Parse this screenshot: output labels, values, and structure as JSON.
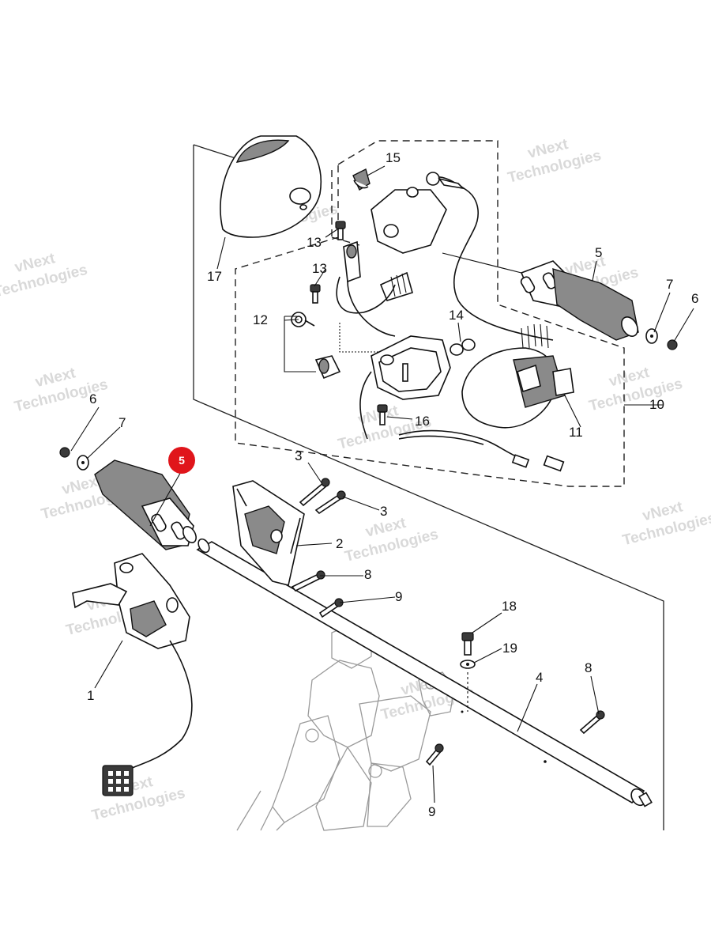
{
  "watermarks": [
    {
      "line1": "vNext",
      "line2": "Technologies"
    },
    {
      "line1": "vNext",
      "line2": "Technologies"
    },
    {
      "line1": "vNext",
      "line2": "Technologies"
    },
    {
      "line1": "vNext",
      "line2": "Technologies"
    },
    {
      "line1": "vNext",
      "line2": "Technologies"
    },
    {
      "line1": "vNext",
      "line2": "Technologies"
    },
    {
      "line1": "vNext",
      "line2": "Technologies"
    },
    {
      "line1": "vNext",
      "line2": "Technologies"
    },
    {
      "line1": "vNext",
      "line2": "Technologies"
    },
    {
      "line1": "vNext",
      "line2": "Technologies"
    },
    {
      "line1": "vNext",
      "line2": "Technologies"
    },
    {
      "line1": "vNext",
      "line2": "Technologies"
    },
    {
      "line1": "vNext",
      "line2": "Technologies"
    }
  ],
  "callouts": {
    "c1": "1",
    "c2": "2",
    "c3a": "3",
    "c3b": "3",
    "c4": "4",
    "c5": "5",
    "c6a": "6",
    "c6b": "6",
    "c7a": "7",
    "c7b": "7",
    "c8a": "8",
    "c8b": "8",
    "c9a": "9",
    "c9b": "9",
    "c10": "10",
    "c11": "11",
    "c12": "12",
    "c13a": "13",
    "c13b": "13",
    "c14": "14",
    "c15": "15",
    "c16": "16",
    "c17": "17",
    "c18": "18",
    "c19": "19"
  },
  "highlight_badge": {
    "label": "5",
    "color": "#e0151b"
  }
}
